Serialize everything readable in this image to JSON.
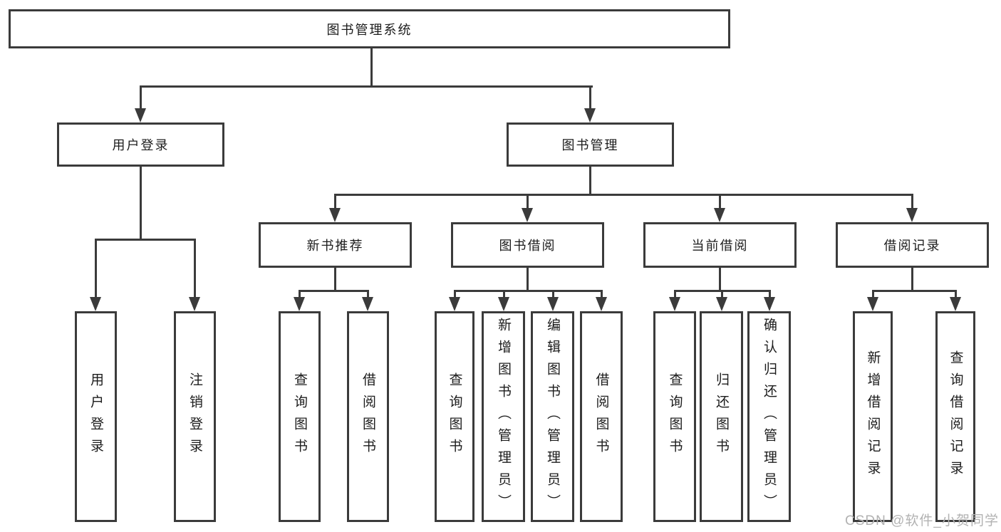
{
  "colors": {
    "line": "#3b3b3b",
    "text": "#1c1c1c",
    "watermark": "#b2b2b2"
  },
  "watermark": {
    "text": "CSDN @软件_小贺同学"
  },
  "tree": {
    "label": "图书管理系统",
    "children": [
      {
        "label": "用户登录",
        "children": [
          {
            "label": "用户登录"
          },
          {
            "label": "注销登录"
          }
        ]
      },
      {
        "label": "图书管理",
        "children": [
          {
            "label": "新书推荐",
            "children": [
              {
                "label": "查询图书"
              },
              {
                "label": "借阅图书"
              }
            ]
          },
          {
            "label": "图书借阅",
            "children": [
              {
                "label": "查询图书"
              },
              {
                "label": "新增图书（管理员）"
              },
              {
                "label": "编辑图书（管理员）"
              },
              {
                "label": "借阅图书"
              }
            ]
          },
          {
            "label": "当前借阅",
            "children": [
              {
                "label": "查询图书"
              },
              {
                "label": "归还图书"
              },
              {
                "label": "确认归还（管理员）"
              }
            ]
          },
          {
            "label": "借阅记录",
            "children": [
              {
                "label": "新增借阅记录"
              },
              {
                "label": "查询借阅记录"
              }
            ]
          }
        ]
      }
    ]
  }
}
